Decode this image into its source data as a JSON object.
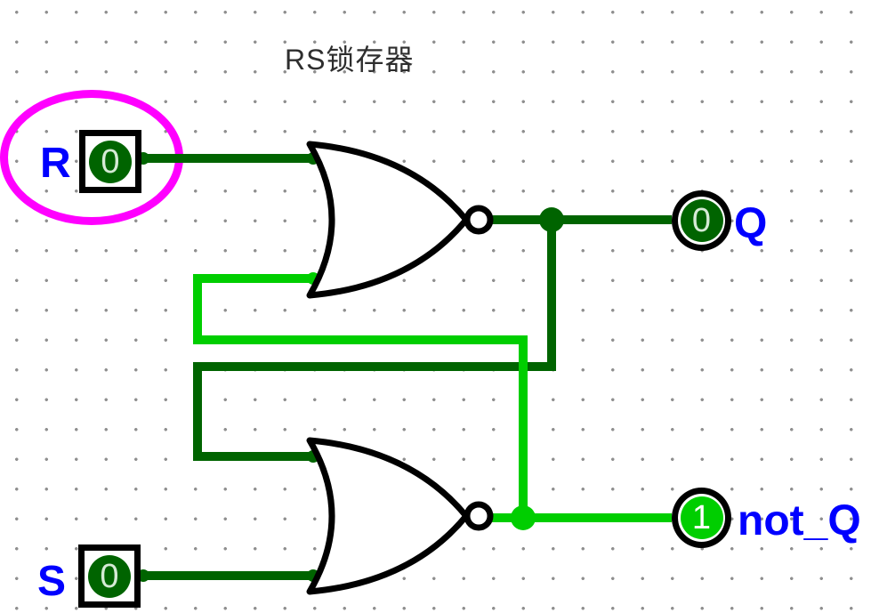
{
  "title": {
    "text": "RS锁存器"
  },
  "canvas": {
    "background": "#FFFFFF",
    "grid": "dotted"
  },
  "colors": {
    "logic_low_wire": "#006400",
    "logic_high_wire": "#00CE00",
    "pin_label": "#0000FF",
    "component_outline": "#000000",
    "highlight_annotation": "#FF00FF"
  },
  "inputs": [
    {
      "label": "R",
      "value": "0",
      "state": "low",
      "highlighted": true
    },
    {
      "label": "S",
      "value": "0",
      "state": "low",
      "highlighted": false
    }
  ],
  "outputs": [
    {
      "label": "Q",
      "value": "0",
      "state": "low"
    },
    {
      "label": "not_Q",
      "value": "1",
      "state": "high"
    }
  ],
  "gates": [
    {
      "type": "NOR",
      "position": "top"
    },
    {
      "type": "NOR",
      "position": "bottom"
    }
  ],
  "annotation": {
    "shape": "ellipse",
    "color": "#FF00FF"
  }
}
